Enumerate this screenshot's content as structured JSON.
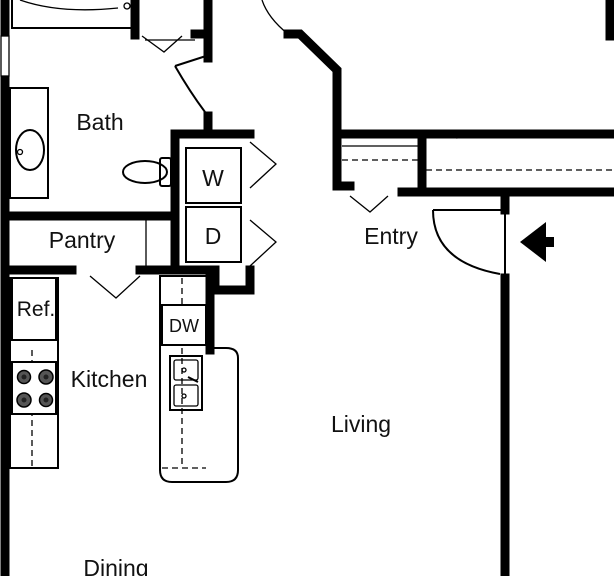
{
  "rooms": {
    "bath": "Bath",
    "pantry": "Pantry",
    "kitchen": "Kitchen",
    "living": "Living",
    "entry": "Entry",
    "dining": "Dining"
  },
  "fixtures": {
    "washer": "W",
    "dryer": "D",
    "refrigerator": "Ref.",
    "dishwasher": "DW"
  },
  "colors": {
    "wall": "#000000",
    "background": "#ffffff"
  }
}
